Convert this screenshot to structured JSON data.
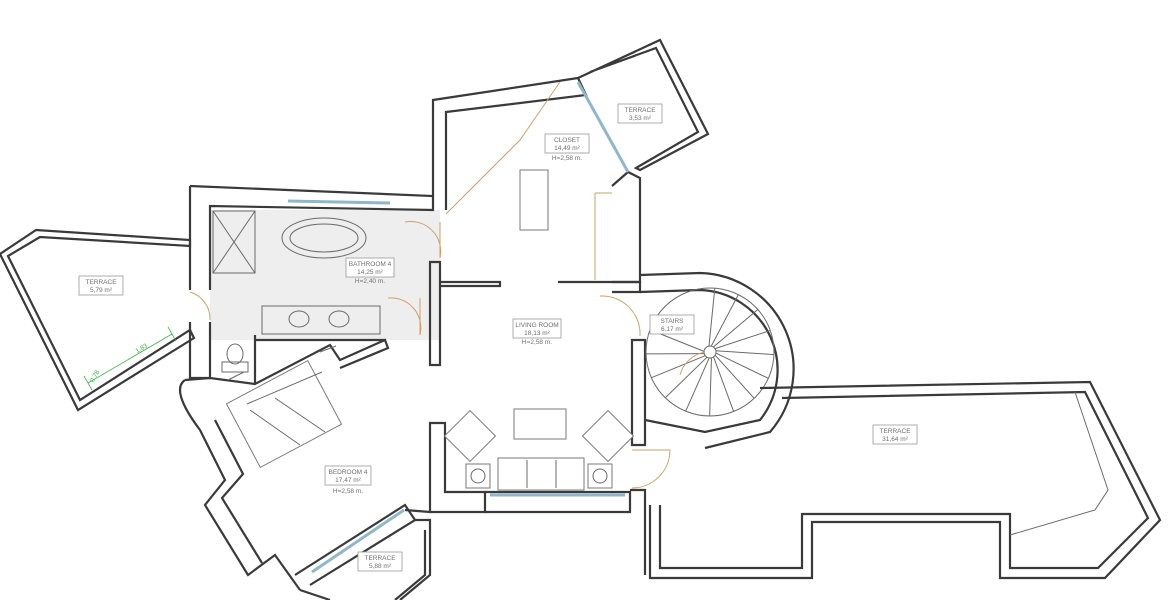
{
  "rooms": {
    "terrace_left": {
      "name": "TERRACE",
      "area": "5,79 m²"
    },
    "terrace_top": {
      "name": "TERRACE",
      "area": "3,53 m²"
    },
    "closet": {
      "name": "CLOSET",
      "area": "14,49 m²",
      "height": "H=2,58 m."
    },
    "bathroom": {
      "name": "BATHROOM 4",
      "area": "14,25 m²",
      "height": "H=2,40 m."
    },
    "living": {
      "name": "LIVING ROOM",
      "area": "18,13 m²",
      "height": "H=2,58 m."
    },
    "stairs": {
      "name": "STAIRS",
      "area": "6,17 m²"
    },
    "terrace_right": {
      "name": "TERRACE",
      "area": "31,64 m²"
    },
    "bedroom": {
      "name": "BEDROOM 4",
      "area": "17,47 m²",
      "height": "H=2,58 m."
    },
    "terrace_bottom": {
      "name": "TERRACE",
      "area": "5,88 m²"
    }
  },
  "dimensions": {
    "d1": "1,83",
    "d2": "0,78"
  },
  "colors": {
    "wall": "#3a3a3a",
    "door": "#c9a36a",
    "window": "#8fb6c9",
    "dimension": "#3db34a",
    "bathroom_floor": "#eeeeee"
  }
}
